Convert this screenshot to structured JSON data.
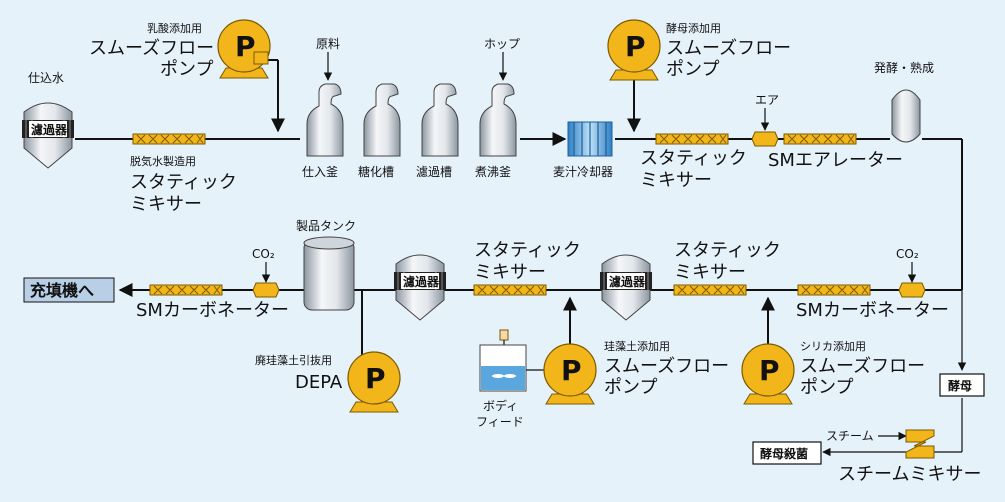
{
  "colors": {
    "background": "#e6f2fa",
    "pump_body": "#f2b51a",
    "mixer": "#f2b51a",
    "vessel_light": "#f1f3f5",
    "vessel_dark": "#9aa3ad",
    "cooler": "#5aa7e0",
    "fill_box": "#b8cfe6"
  },
  "labels": {
    "shikomi_water": "仕込水",
    "filter": "濾過器",
    "deaerated_mixer_small": "脱気水製造用",
    "static": "スタティック",
    "mixer": "ミキサー",
    "lactic_pump_small": "乳酸添加用",
    "smooth_flow": "スムーズフロー",
    "pump": "ポンプ",
    "raw_material": "原料",
    "hop": "ホップ",
    "mash_kettle": "仕入釜",
    "saccharify": "糖化槽",
    "lauter": "濾過槽",
    "boil_kettle": "煮沸釜",
    "wort_cooler": "麦汁冷却器",
    "yeast_pump_small": "酵母添加用",
    "air": "エア",
    "sm_aerator": "SMエアレーター",
    "ferment": "発酵・熟成",
    "product_tank": "製品タンク",
    "co2": "CO₂",
    "to_filler": "充填機へ",
    "sm_carbonator": "SMカーボネーター",
    "waste_pump_small": "廃珪藻土引抜用",
    "depa": "DEPA",
    "body": "ボディ",
    "feed": "フィード",
    "diatom_pump_small": "珪藻土添加用",
    "silica_pump_small": "シリカ添加用",
    "yeast": "酵母",
    "steam": "スチーム",
    "steam_mixer": "スチームミキサー",
    "yeast_sterilize": "酵母殺菌",
    "pump_letter": "P"
  }
}
